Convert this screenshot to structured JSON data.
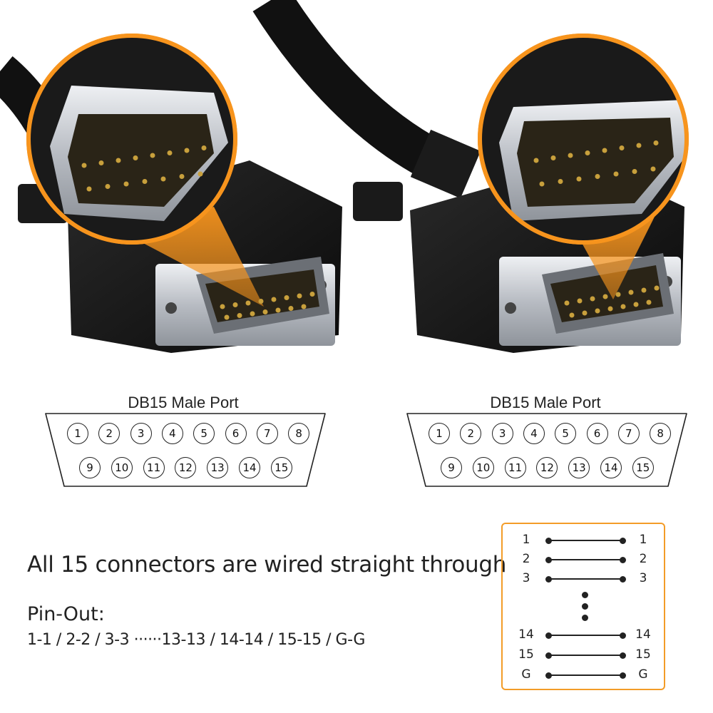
{
  "ports": [
    {
      "title": "DB15 Male Port",
      "row1": [
        "1",
        "2",
        "3",
        "4",
        "5",
        "6",
        "7",
        "8"
      ],
      "row2": [
        "9",
        "10",
        "11",
        "12",
        "13",
        "14",
        "15"
      ]
    },
    {
      "title": "DB15 Male Port",
      "row1": [
        "1",
        "2",
        "3",
        "4",
        "5",
        "6",
        "7",
        "8"
      ],
      "row2": [
        "9",
        "10",
        "11",
        "12",
        "13",
        "14",
        "15"
      ]
    }
  ],
  "headline": "All 15 connectors are wired straight through",
  "pinout": {
    "title": "Pin-Out:",
    "line": "1-1 / 2-2 / 3-3 ······13-13 / 14-14 / 15-15 / G-G"
  },
  "wiring": {
    "top_rows": [
      {
        "left": "1",
        "right": "1"
      },
      {
        "left": "2",
        "right": "2"
      },
      {
        "left": "3",
        "right": "3"
      }
    ],
    "bottom_rows": [
      {
        "left": "14",
        "right": "14"
      },
      {
        "left": "15",
        "right": "15"
      },
      {
        "left": "G",
        "right": "G"
      }
    ]
  },
  "colors": {
    "accent": "#f39c28",
    "cable": "#111111",
    "metal": "#c9ccd1",
    "pin_gold": "#c8a03c"
  }
}
